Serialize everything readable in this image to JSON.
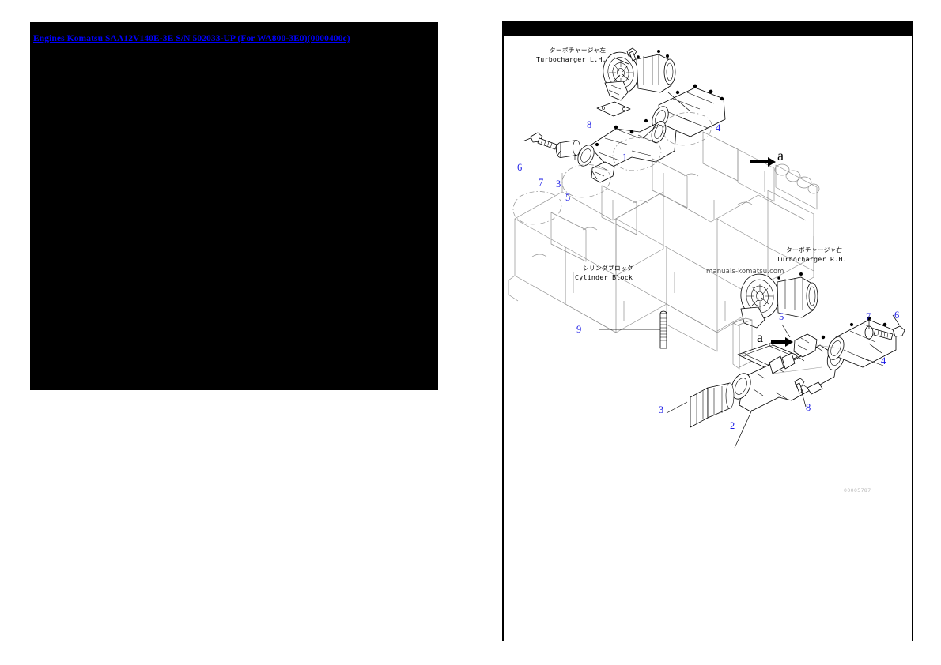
{
  "document": {
    "title": "Engines Komatsu SAA12V140E-3E S/N 502033-UP (For WA800-3E0)(0000400c)"
  },
  "diagram": {
    "watermark": "manuals-komatsu.com",
    "drawing_number": "00005787",
    "section_marker_top": "a",
    "section_marker_bottom": "a",
    "labels": [
      {
        "id": "turbo-lh",
        "cjk": "ターボチャージャ左",
        "latin": "Turbocharger L.H."
      },
      {
        "id": "cylinder-block",
        "cjk": "シリンダブロック",
        "latin": "Cylinder Block"
      },
      {
        "id": "turbo-rh",
        "cjk": "ターボチャージャ右",
        "latin": "Turbocharger R.H."
      }
    ],
    "callouts_upper": [
      "8",
      "6",
      "7",
      "3",
      "5",
      "1",
      "4"
    ],
    "callouts_lower": [
      "9",
      "5",
      "7",
      "6",
      "4",
      "8",
      "2",
      "3"
    ],
    "colors": {
      "callout": "#1a1ae6",
      "line": "#000000",
      "ghost": "#8c8c8c"
    }
  }
}
